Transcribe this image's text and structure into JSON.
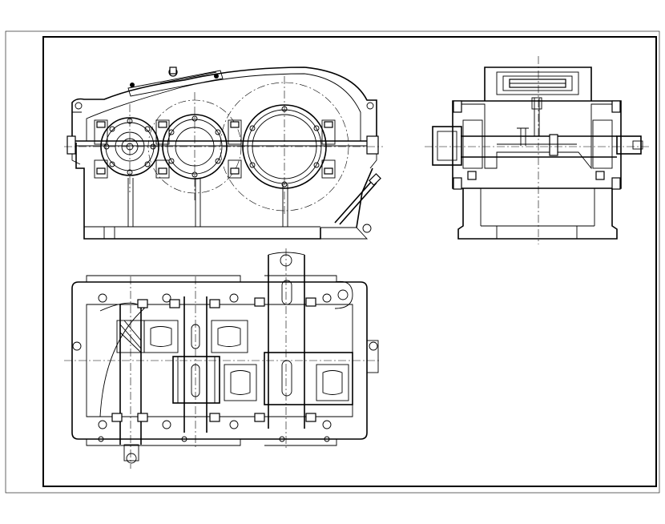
{
  "drawing": {
    "views": [
      {
        "id": "front-view"
      },
      {
        "id": "side-view"
      },
      {
        "id": "top-view"
      }
    ]
  }
}
